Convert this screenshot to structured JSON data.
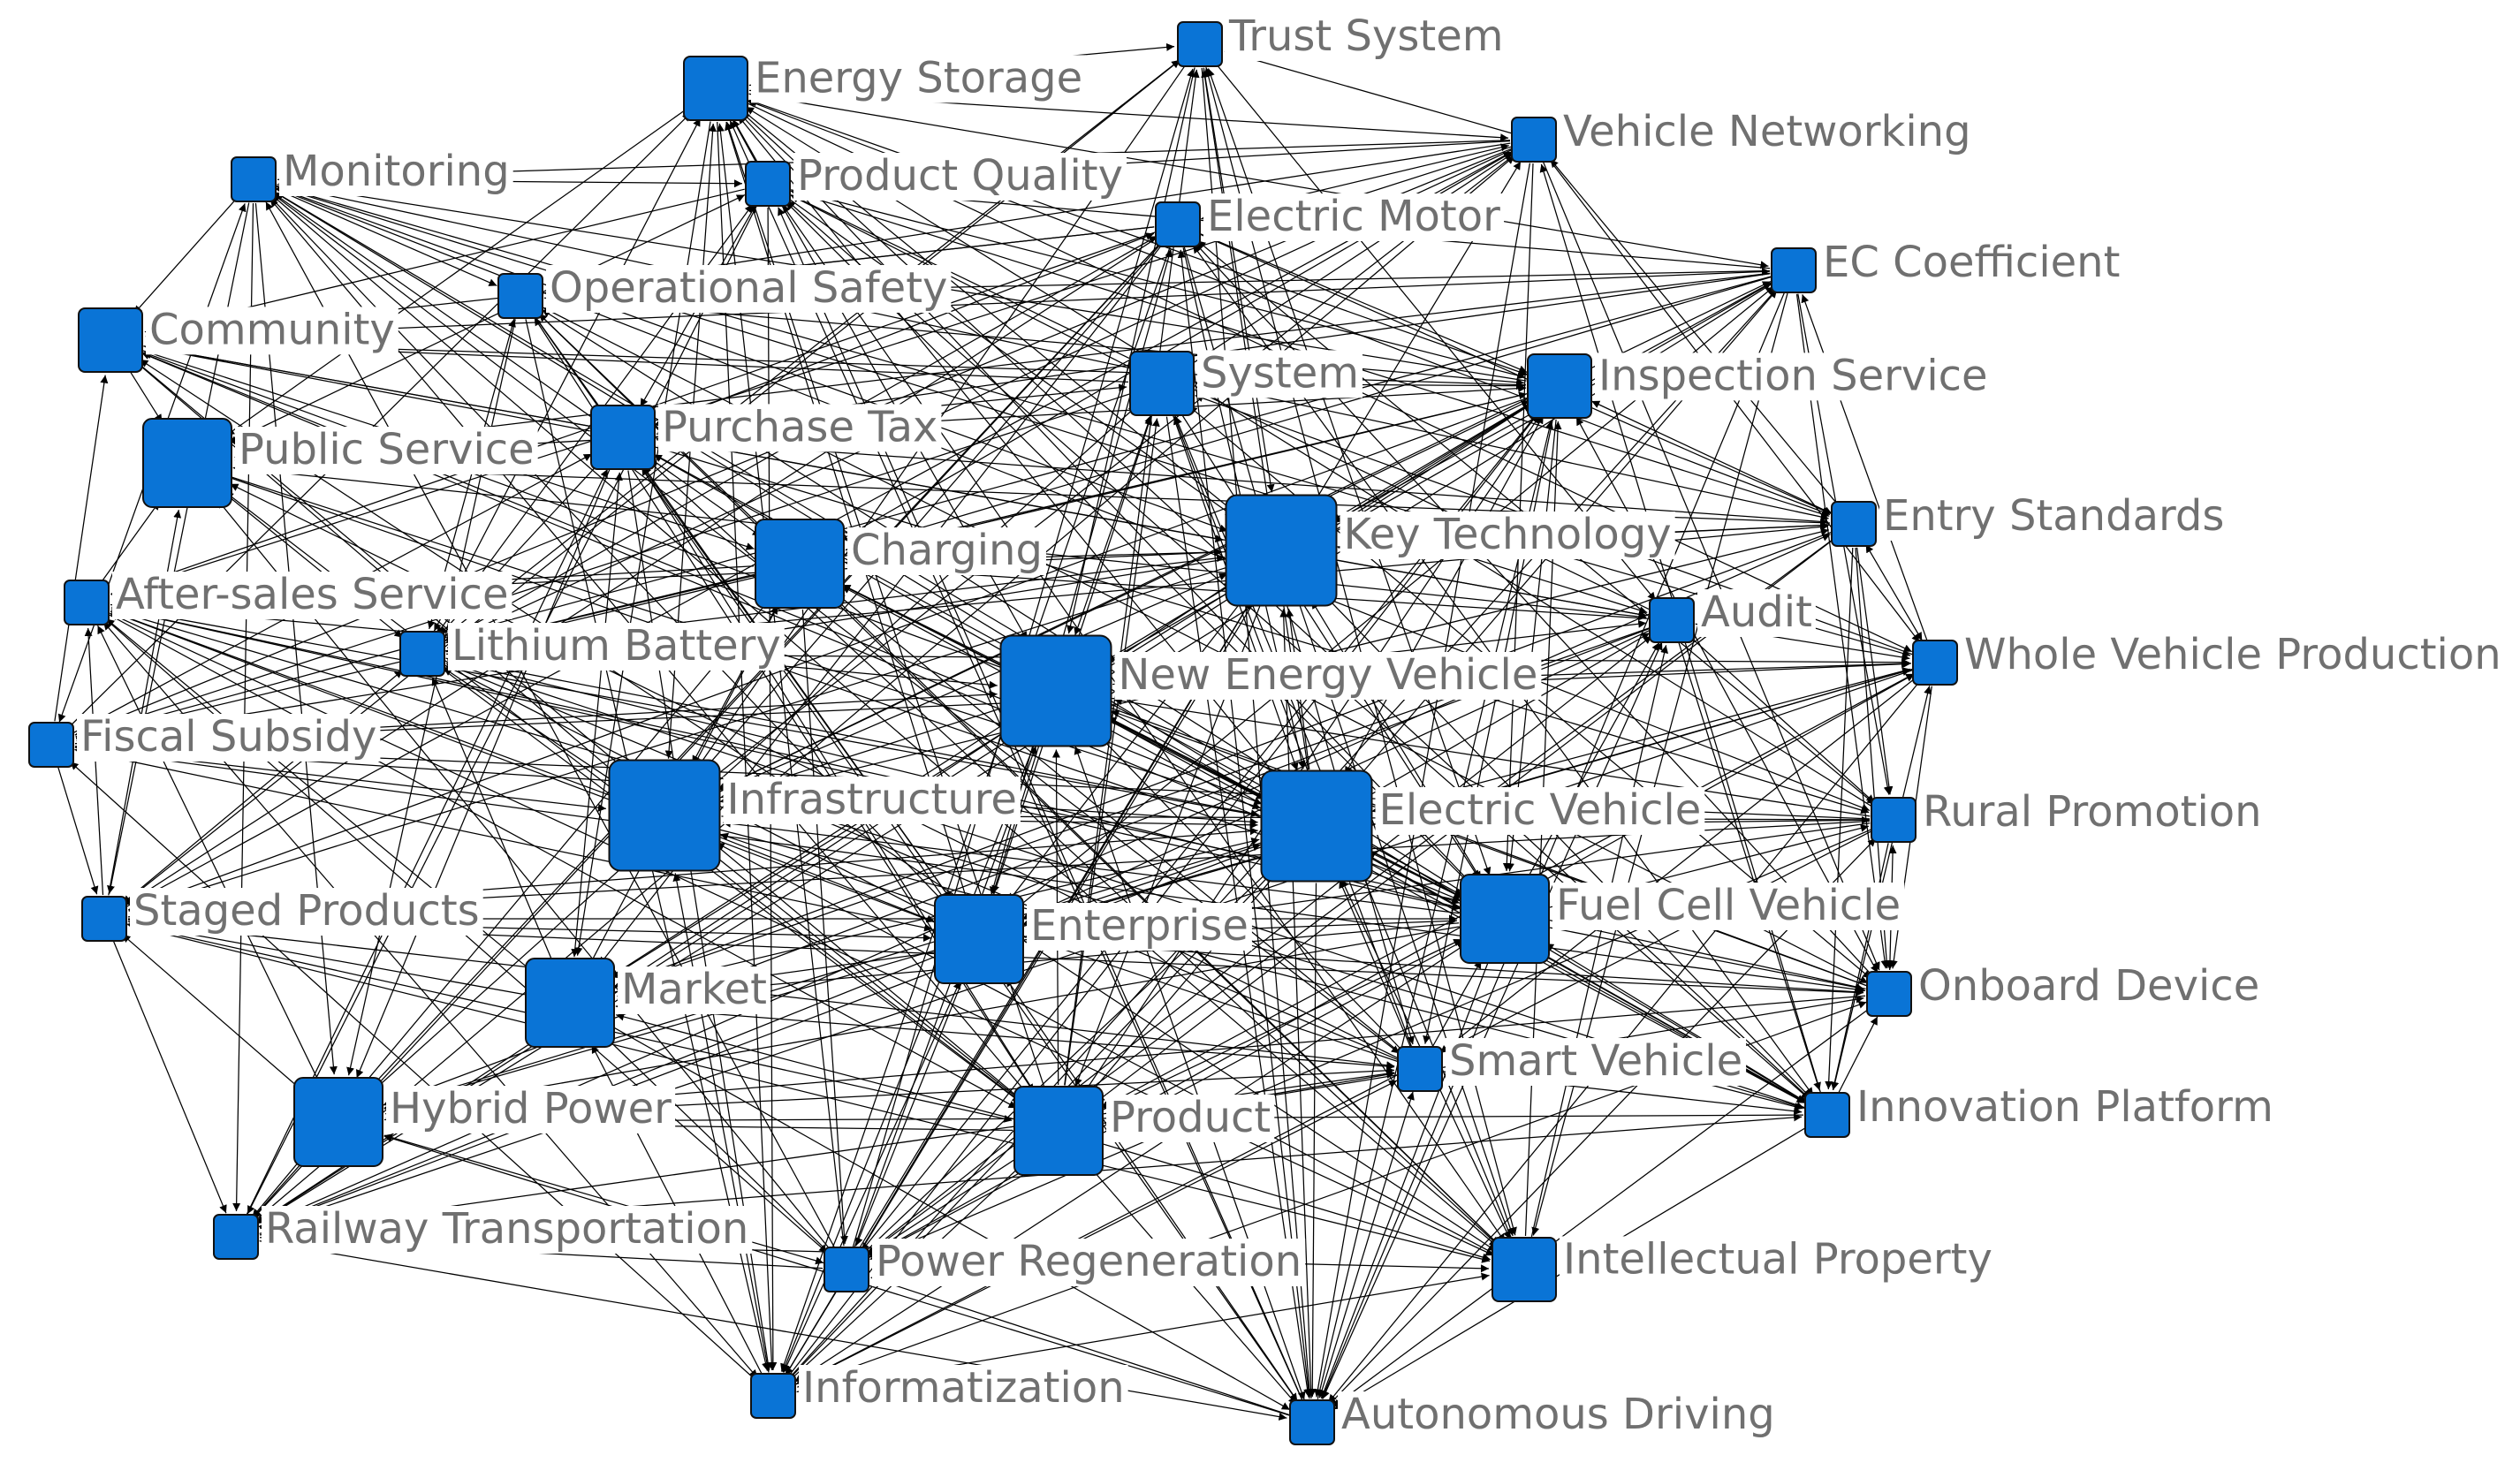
{
  "graph": {
    "directed": true,
    "colors": {
      "node": "#0a74d6",
      "node_border": "#111111",
      "edge": "#000000",
      "label": "#707070",
      "background": "#ffffff"
    },
    "nodes": [
      {
        "id": "trust-system",
        "label": "Trust System",
        "size_rank": 1
      },
      {
        "id": "energy-storage",
        "label": "Energy Storage",
        "size_rank": 2
      },
      {
        "id": "vehicle-networking",
        "label": "Vehicle Networking",
        "size_rank": 1
      },
      {
        "id": "monitoring",
        "label": "Monitoring",
        "size_rank": 1
      },
      {
        "id": "product-quality",
        "label": "Product Quality",
        "size_rank": 1
      },
      {
        "id": "electric-motor",
        "label": "Electric Motor",
        "size_rank": 1
      },
      {
        "id": "ec-coefficient",
        "label": "EC Coefficient",
        "size_rank": 1
      },
      {
        "id": "operational-safety",
        "label": "Operational Safety",
        "size_rank": 1
      },
      {
        "id": "community",
        "label": "Community",
        "size_rank": 2
      },
      {
        "id": "system",
        "label": "System",
        "size_rank": 2
      },
      {
        "id": "inspection-service",
        "label": "Inspection Service",
        "size_rank": 2
      },
      {
        "id": "public-service",
        "label": "Public Service",
        "size_rank": 3
      },
      {
        "id": "purchase-tax",
        "label": "Purchase Tax",
        "size_rank": 2
      },
      {
        "id": "key-technology",
        "label": "Key Technology",
        "size_rank": 4
      },
      {
        "id": "entry-standards",
        "label": "Entry Standards",
        "size_rank": 1
      },
      {
        "id": "charging",
        "label": "Charging",
        "size_rank": 3
      },
      {
        "id": "after-sales-service",
        "label": "After-sales Service",
        "size_rank": 1
      },
      {
        "id": "audit",
        "label": "Audit",
        "size_rank": 1
      },
      {
        "id": "lithium-battery",
        "label": "Lithium Battery",
        "size_rank": 1
      },
      {
        "id": "new-energy-vehicle",
        "label": "New Energy Vehicle",
        "size_rank": 4
      },
      {
        "id": "whole-vehicle-production",
        "label": "Whole Vehicle Production",
        "size_rank": 1
      },
      {
        "id": "fiscal-subsidy",
        "label": "Fiscal Subsidy",
        "size_rank": 1
      },
      {
        "id": "infrastructure",
        "label": "Infrastructure",
        "size_rank": 4
      },
      {
        "id": "electric-vehicle",
        "label": "Electric Vehicle",
        "size_rank": 4
      },
      {
        "id": "rural-promotion",
        "label": "Rural Promotion",
        "size_rank": 1
      },
      {
        "id": "fuel-cell-vehicle",
        "label": "Fuel Cell Vehicle",
        "size_rank": 3
      },
      {
        "id": "staged-products",
        "label": "Staged Products",
        "size_rank": 1
      },
      {
        "id": "enterprise",
        "label": "Enterprise",
        "size_rank": 3
      },
      {
        "id": "market",
        "label": "Market",
        "size_rank": 3
      },
      {
        "id": "onboard-device",
        "label": "Onboard Device",
        "size_rank": 1
      },
      {
        "id": "smart-vehicle",
        "label": "Smart Vehicle",
        "size_rank": 1
      },
      {
        "id": "hybrid-power",
        "label": "Hybrid Power",
        "size_rank": 3
      },
      {
        "id": "product",
        "label": "Product",
        "size_rank": 3
      },
      {
        "id": "innovation-platform",
        "label": "Innovation Platform",
        "size_rank": 1
      },
      {
        "id": "railway-transportation",
        "label": "Railway Transportation",
        "size_rank": 1
      },
      {
        "id": "power-regeneration",
        "label": "Power Regeneration",
        "size_rank": 1
      },
      {
        "id": "intellectual-property",
        "label": "Intellectual Property",
        "size_rank": 2
      },
      {
        "id": "informatization",
        "label": "Informatization",
        "size_rank": 1
      },
      {
        "id": "autonomous-driving",
        "label": "Autonomous Driving",
        "size_rank": 1
      }
    ]
  }
}
